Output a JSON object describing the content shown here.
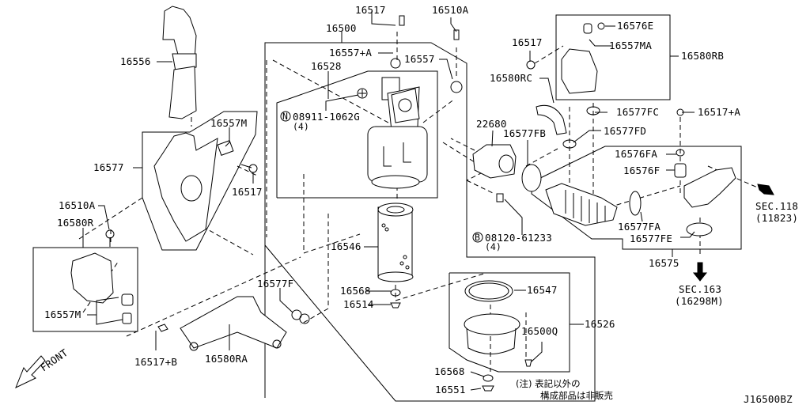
{
  "diagram": {
    "title_code": "J16500BZ",
    "front_label": "FRONT",
    "note_line1": "(注) 表記以外の",
    "note_line2": "構成部品は非販売",
    "labels": {
      "p16556": "16556",
      "p16557M_top": "16557M",
      "p16577": "16577",
      "p16517_left": "16517",
      "p16510A_left": "16510A",
      "p16580R": "16580R",
      "p16557M_bot": "16557M",
      "p16517B": "16517+B",
      "p16580RA": "16580RA",
      "p16577F": "16577F",
      "p16517_top": "16517",
      "p16510A_top": "16510A",
      "p16500": "16500",
      "p16557A": "16557+A",
      "p16557": "16557",
      "p16528": "16528",
      "p08911": "08911-1062G",
      "p08911_qty": "(4)",
      "p08911_prefix": "N",
      "p16546": "16546",
      "p16568_mid": "16568",
      "p16514": "16514",
      "p16547": "16547",
      "p16526": "16526",
      "p16500Q": "16500Q",
      "p16568_bot": "16568",
      "p16551": "16551",
      "p16517_right": "16517",
      "p16576E": "16576E",
      "p16557MA": "16557MA",
      "p16580RB": "16580RB",
      "p16580RC": "16580RC",
      "p16577FC": "16577FC",
      "p16517A": "16517+A",
      "p22680": "22680",
      "p16577FB": "16577FB",
      "p16577FD": "16577FD",
      "p16576FA": "16576FA",
      "p16576F": "16576F",
      "p08120": "08120-61233",
      "p08120_qty": "(4)",
      "p08120_prefix": "B",
      "p16577FA": "16577FA",
      "p16577FE": "16577FE",
      "p16575": "16575",
      "sec118": "SEC.118",
      "sec118_sub": "(11823)",
      "sec163": "SEC.163",
      "sec163_sub": "(16298M)"
    }
  }
}
